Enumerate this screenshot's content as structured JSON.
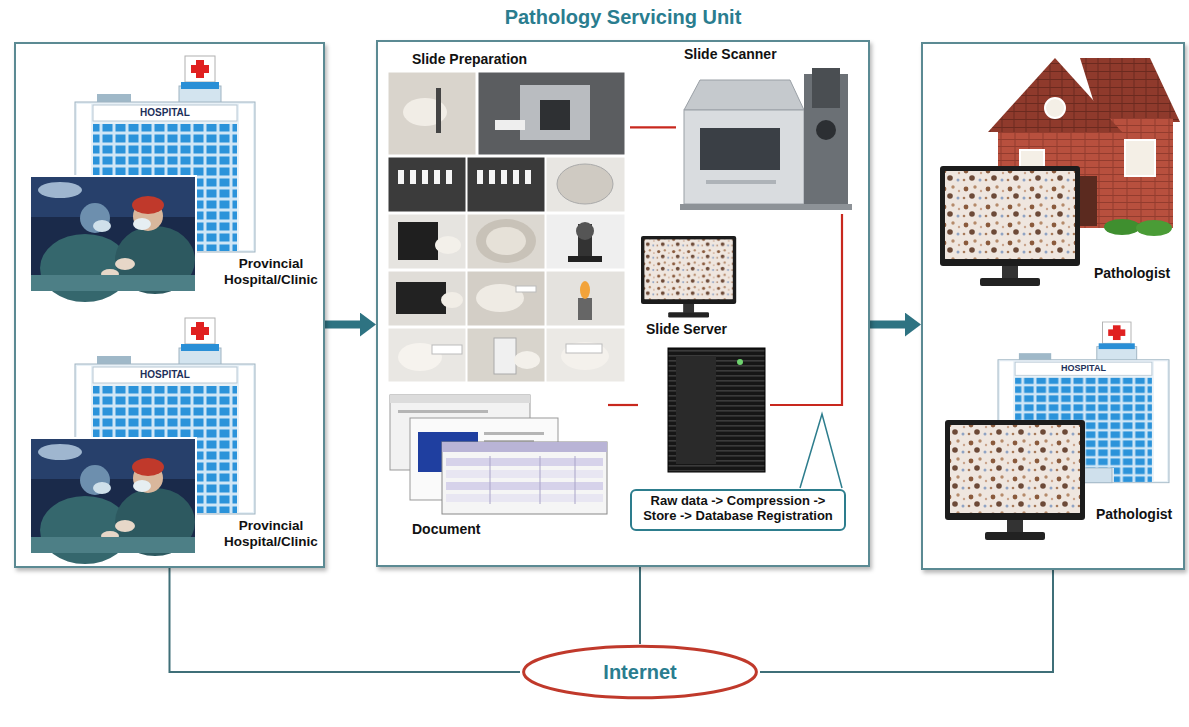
{
  "diagram": {
    "nodes": [
      {
        "text": []
      },
      {
        "text": [
          "HOSPITAL",
          "Provincial Hospital/Clinic"
        ],
        "in": 0
      },
      {
        "text": [
          "HOSPITAL",
          "Provincial Hospital/Clinic"
        ],
        "in": 0
      },
      {
        "text": [
          "Pathology Servicing Unit"
        ]
      },
      {
        "text": [
          "Slide Preparation"
        ],
        "in": 3
      },
      {
        "text": [
          "Slide Scanner"
        ],
        "in": 3
      },
      {
        "text": [
          "Slide Server"
        ],
        "in": 3
      },
      {
        "text": [
          "Document"
        ],
        "in": 3
      },
      {
        "text": [
          "Raw data -> Compression -> Store -> Database Registration"
        ],
        "in": 3
      },
      {
        "text": []
      },
      {
        "text": [
          "Pathologist"
        ],
        "in": 9
      },
      {
        "text": [
          "HOSPITAL",
          "Pathologist"
        ],
        "in": 9
      },
      {
        "text": [
          "Internet"
        ]
      }
    ],
    "edges": [
      {
        "from": 0,
        "to": 3,
        "arrow": "to"
      },
      {
        "from": 3,
        "to": 9,
        "arrow": "to"
      },
      {
        "from": 4,
        "to": 5,
        "arrow": "none"
      },
      {
        "from": 5,
        "to": 6,
        "arrow": "none"
      },
      {
        "from": 7,
        "to": 6,
        "arrow": "none"
      },
      {
        "from": 0,
        "to": 12,
        "arrow": "none"
      },
      {
        "from": 3,
        "to": 12,
        "arrow": "none"
      },
      {
        "from": 9,
        "to": 12,
        "arrow": "none"
      }
    ]
  }
}
